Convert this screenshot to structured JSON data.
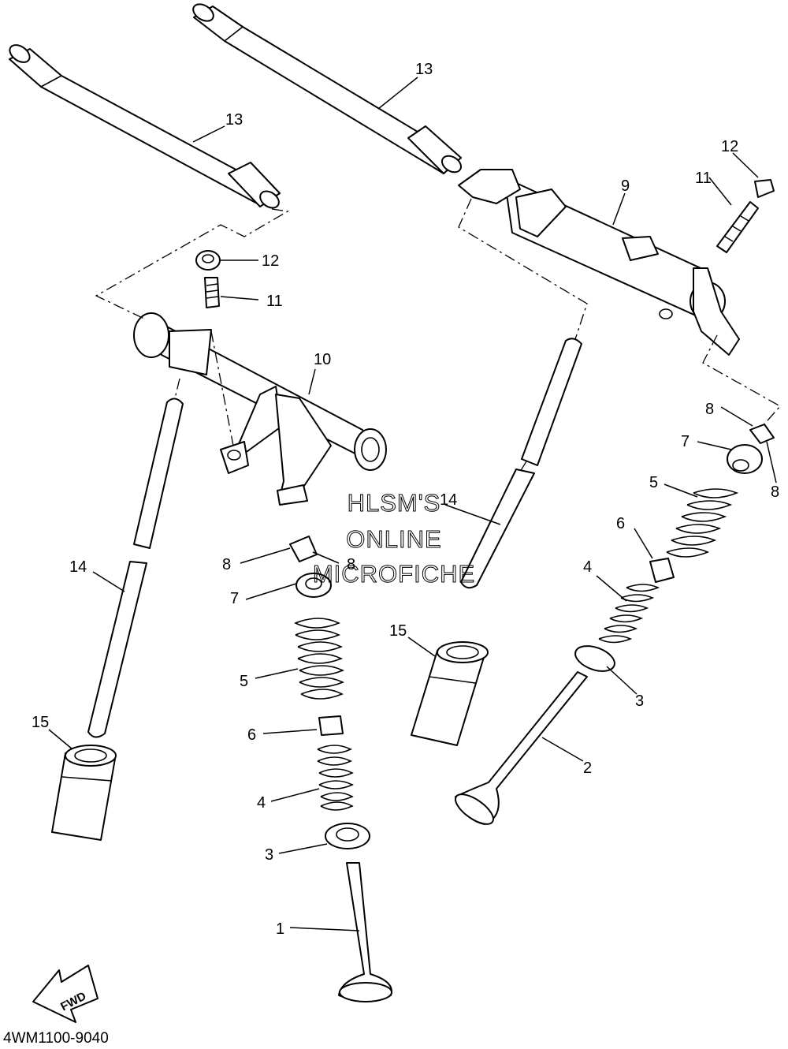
{
  "watermark": [
    "HLSM'S",
    "ONLINE",
    "MICROFICHE"
  ],
  "diagram_code": "4WM1100-9040",
  "fwd_label": "FWD",
  "callouts": {
    "c13a": "13",
    "c13b": "13",
    "c12a": "12",
    "c11a": "11",
    "c10": "10",
    "c9": "9",
    "c11b": "11",
    "c12b": "12",
    "c8a": "8",
    "c8b": "8",
    "c7a": "7",
    "c5a": "5",
    "c6a": "6",
    "c4a": "4",
    "c3a": "3",
    "c1": "1",
    "c14a": "14",
    "c15a": "15",
    "c14b": "14",
    "c15b": "15",
    "c2": "2",
    "c8c": "8",
    "c8d": "8",
    "c7b": "7",
    "c5b": "5",
    "c6b": "6",
    "c4b": "4",
    "c3b": "3"
  }
}
